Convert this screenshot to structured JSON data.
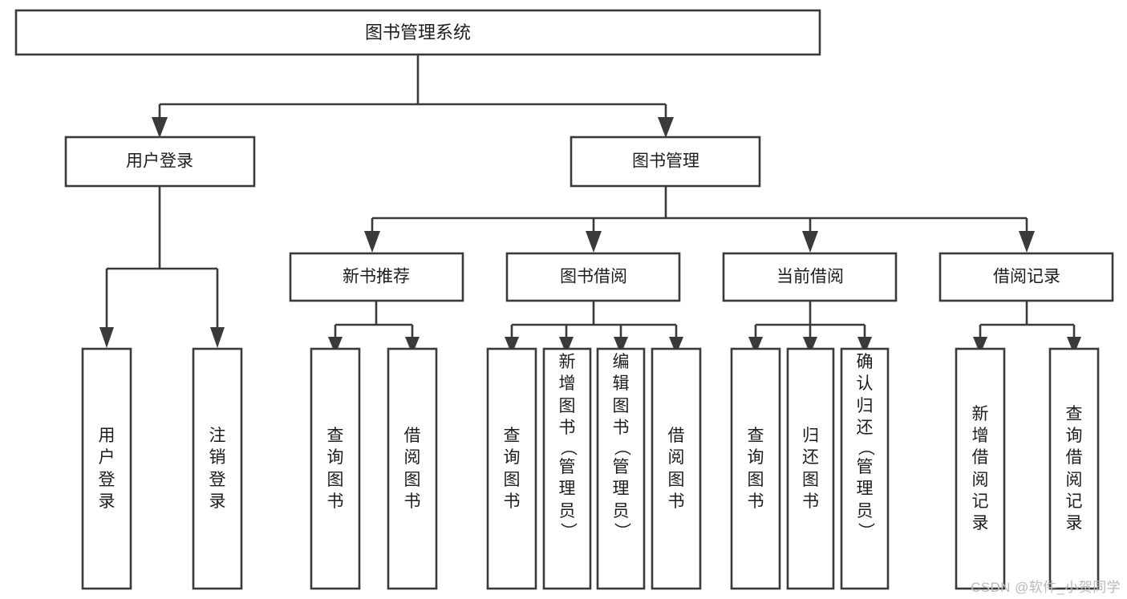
{
  "diagram": {
    "type": "tree-hierarchy",
    "title": "图书管理系统",
    "orientation": "top-down",
    "colors": {
      "stroke": "#3a3a3a",
      "box_fill": "#ffffff",
      "text": "#1d1d1d",
      "background": "#ffffff",
      "watermark": "#b9b9b9"
    },
    "nodes": {
      "root": {
        "label": "图书管理系统",
        "level": 1,
        "orientation": "horizontal"
      },
      "level2": [
        {
          "id": "user-login",
          "label": "用户登录",
          "orientation": "horizontal"
        },
        {
          "id": "book-management",
          "label": "图书管理",
          "orientation": "horizontal"
        }
      ],
      "level3": [
        {
          "id": "new-book-recommend",
          "label": "新书推荐",
          "orientation": "horizontal",
          "parent": "book-management"
        },
        {
          "id": "book-borrow",
          "label": "图书借阅",
          "orientation": "horizontal",
          "parent": "book-management"
        },
        {
          "id": "current-borrow",
          "label": "当前借阅",
          "orientation": "horizontal",
          "parent": "book-management"
        },
        {
          "id": "borrow-record",
          "label": "借阅记录",
          "orientation": "horizontal",
          "parent": "book-management"
        }
      ],
      "leaves": [
        {
          "id": "leaf-user-login",
          "label": "用户登录",
          "parent": "user-login",
          "orientation": "vertical"
        },
        {
          "id": "leaf-logout",
          "label": "注销登录",
          "parent": "user-login",
          "orientation": "vertical"
        },
        {
          "id": "leaf-query-book-1",
          "label": "查询图书",
          "parent": "new-book-recommend",
          "orientation": "vertical"
        },
        {
          "id": "leaf-borrow-book-1",
          "label": "借阅图书",
          "parent": "new-book-recommend",
          "orientation": "vertical"
        },
        {
          "id": "leaf-query-book-2",
          "label": "查询图书",
          "parent": "book-borrow",
          "orientation": "vertical"
        },
        {
          "id": "leaf-add-book",
          "label": "新增图书（管理员）",
          "parent": "book-borrow",
          "orientation": "vertical"
        },
        {
          "id": "leaf-edit-book",
          "label": "编辑图书（管理员）",
          "parent": "book-borrow",
          "orientation": "vertical"
        },
        {
          "id": "leaf-borrow-book-2",
          "label": "借阅图书",
          "parent": "book-borrow",
          "orientation": "vertical"
        },
        {
          "id": "leaf-query-book-3",
          "label": "查询图书",
          "parent": "current-borrow",
          "orientation": "vertical"
        },
        {
          "id": "leaf-return-book",
          "label": "归还图书",
          "parent": "current-borrow",
          "orientation": "vertical"
        },
        {
          "id": "leaf-confirm-return",
          "label": "确认归还（管理员）",
          "parent": "current-borrow",
          "orientation": "vertical"
        },
        {
          "id": "leaf-add-record",
          "label": "新增借阅记录",
          "parent": "borrow-record",
          "orientation": "vertical"
        },
        {
          "id": "leaf-query-record",
          "label": "查询借阅记录",
          "parent": "borrow-record",
          "orientation": "vertical"
        }
      ]
    }
  },
  "watermark": {
    "text": "CSDN @软件_小贺同学"
  }
}
